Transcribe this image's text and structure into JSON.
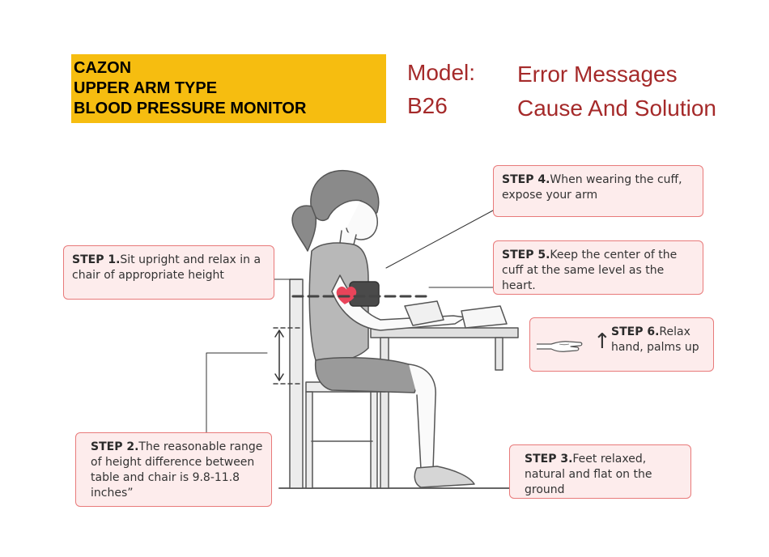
{
  "brand": {
    "line1": "CAZON",
    "line2": "UPPER ARM TYPE",
    "line3": "BLOOD PRESSURE MONITOR",
    "background_color": "#f6bd10"
  },
  "model": {
    "label": "Model:",
    "value": "B26"
  },
  "heading": {
    "title": "Error Messages",
    "subtitle": "Cause And Solution",
    "color": "#a52a2a"
  },
  "steps": [
    {
      "label": "STEP 1.",
      "text": "Sit upright and relax in a chair of  appropriate height"
    },
    {
      "label": "STEP 2.",
      "text": "The reasonable range of height difference between table and chair is 9.8-11.8 inches”"
    },
    {
      "label": "STEP 3.",
      "text": "Feet relaxed, natural and flat on the ground"
    },
    {
      "label": "STEP 4.",
      "text": "When wearing the cuff, expose your arm"
    },
    {
      "label": "STEP 5.",
      "text": "Keep the center of the cuff at the same level as the heart."
    },
    {
      "label": "STEP 6.",
      "text": "Relax hand, palms up"
    }
  ],
  "step_box": {
    "border_color": "#e87a7a",
    "fill_color": "#fdecec"
  },
  "icons": {
    "hand": "open-hand-palm-up-icon",
    "arrow": "up-arrow-icon",
    "heart": "heart-icon"
  }
}
